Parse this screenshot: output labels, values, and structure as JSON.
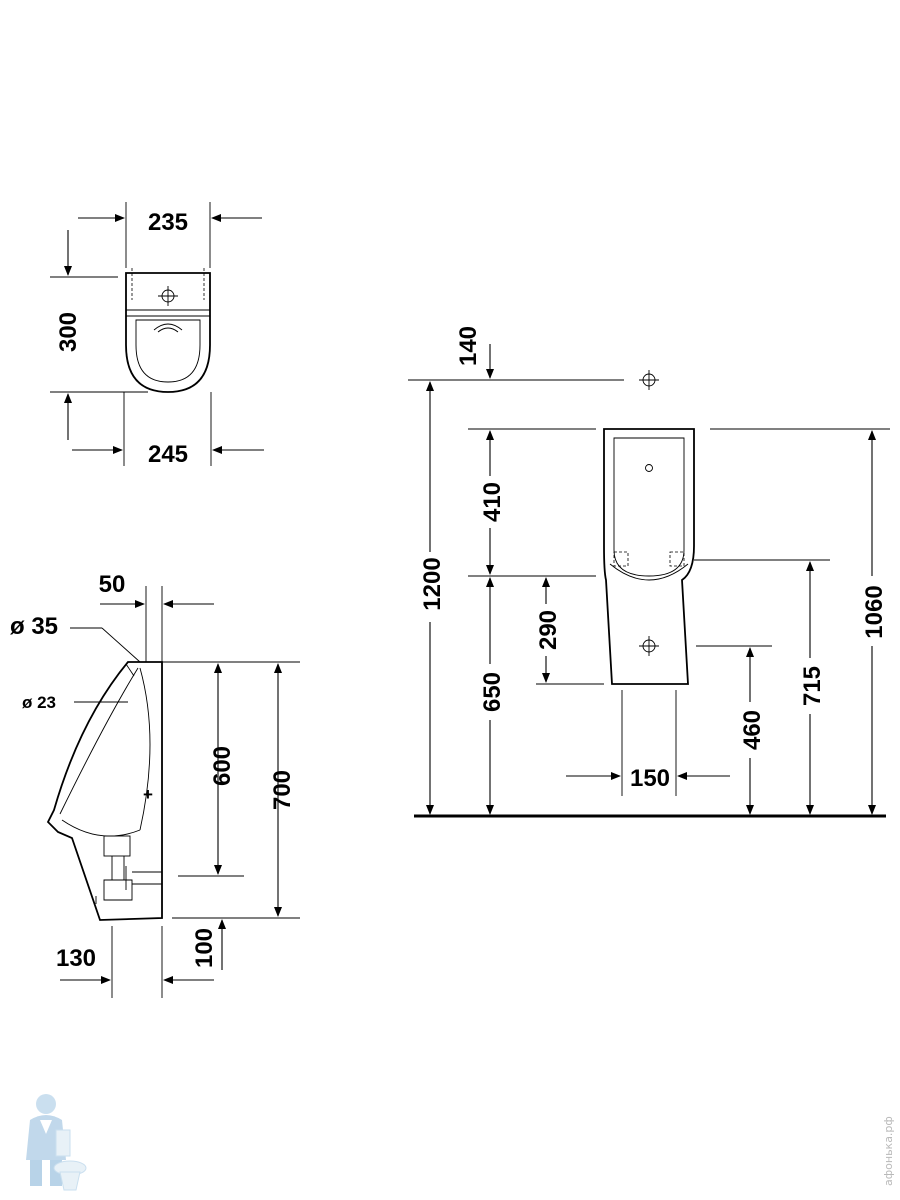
{
  "top_view": {
    "width_top": "235",
    "depth": "300",
    "width_bottom": "245"
  },
  "side_view": {
    "wall_offset": "50",
    "inlet_diameter": "ø 35",
    "spreader_diameter": "ø 23",
    "height_600": "600",
    "height_700": "700",
    "depth_130": "130",
    "trap_100": "100"
  },
  "front_view": {
    "inlet_offset": "140",
    "total_height": "1200",
    "upper_410": "410",
    "outlet_290": "290",
    "bottom_650": "650",
    "outlet_width": "150",
    "outlet_460": "460",
    "rim_715": "715",
    "top_1060": "1060"
  },
  "watermark": {
    "text": "афонька.рф",
    "logo_icon": "plumber-with-toilet-logo"
  }
}
